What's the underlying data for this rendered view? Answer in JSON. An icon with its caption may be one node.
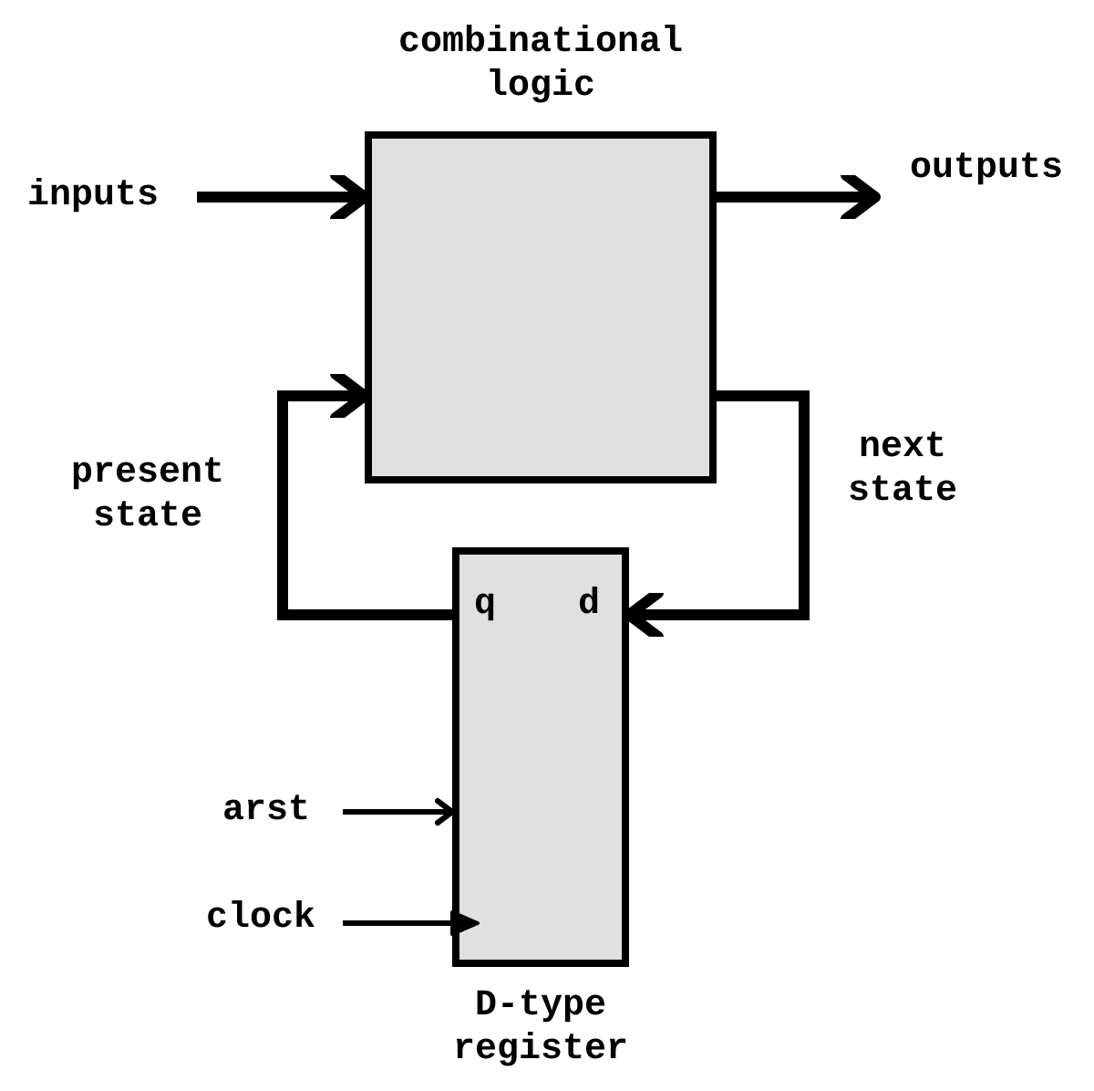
{
  "diagram": {
    "nodes": [
      {
        "text": [
          "combinational logic"
        ]
      },
      {
        "text": [
          "q",
          "d",
          "D-type register"
        ]
      },
      {
        "text": [
          "inputs"
        ]
      },
      {
        "text": [
          "outputs"
        ]
      },
      {
        "text": [
          "arst"
        ]
      },
      {
        "text": [
          "clock"
        ]
      }
    ],
    "edges": [
      {
        "from": 2,
        "to": 0,
        "arrow": "to"
      },
      {
        "from": 0,
        "to": 3,
        "arrow": "to"
      },
      {
        "from": 1,
        "to": 0,
        "arrow": "to",
        "label": "present state"
      },
      {
        "from": 0,
        "to": 1,
        "arrow": "to",
        "label": "next state"
      },
      {
        "from": 4,
        "to": 1,
        "arrow": "to"
      },
      {
        "from": 5,
        "to": 1,
        "arrow": "to"
      }
    ]
  }
}
